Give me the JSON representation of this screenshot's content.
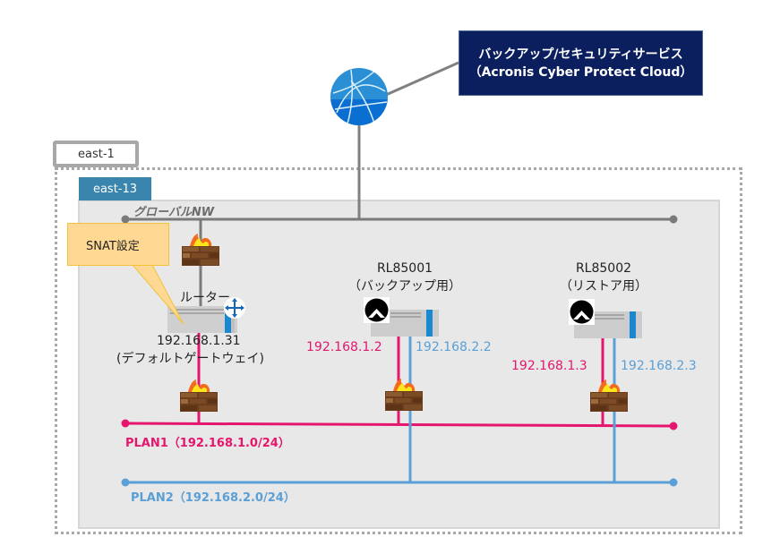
{
  "cloud_service": {
    "line1": "バックアップ/セキュリティサービス",
    "line2": "（Acronis Cyber Protect Cloud）",
    "bg_color": "#0b1f5e"
  },
  "region": {
    "label": "east-1"
  },
  "zone": {
    "label": "east-13",
    "tab_color": "#3a85ad"
  },
  "global_network": {
    "label": "グローバルNW",
    "color": "#7a7a7a"
  },
  "callout": {
    "label": "SNAT設定"
  },
  "router": {
    "label": "ルーター",
    "ip": "192.168.1.31",
    "role": "(デフォルトゲートウェイ)"
  },
  "servers": [
    {
      "name": "RL85001",
      "role": "（バックアップ用）",
      "ip_plan1": "192.168.1.2",
      "ip_plan2": "192.168.2.2"
    },
    {
      "name": "RL85002",
      "role": "（リストア用）",
      "ip_plan1": "192.168.1.3",
      "ip_plan2": "192.168.2.3"
    }
  ],
  "networks": [
    {
      "label": "PLAN1（192.168.1.0/24）",
      "color": "#e4166d"
    },
    {
      "label": "PLAN2（192.168.2.0/24）",
      "color": "#5a9fd6"
    }
  ]
}
